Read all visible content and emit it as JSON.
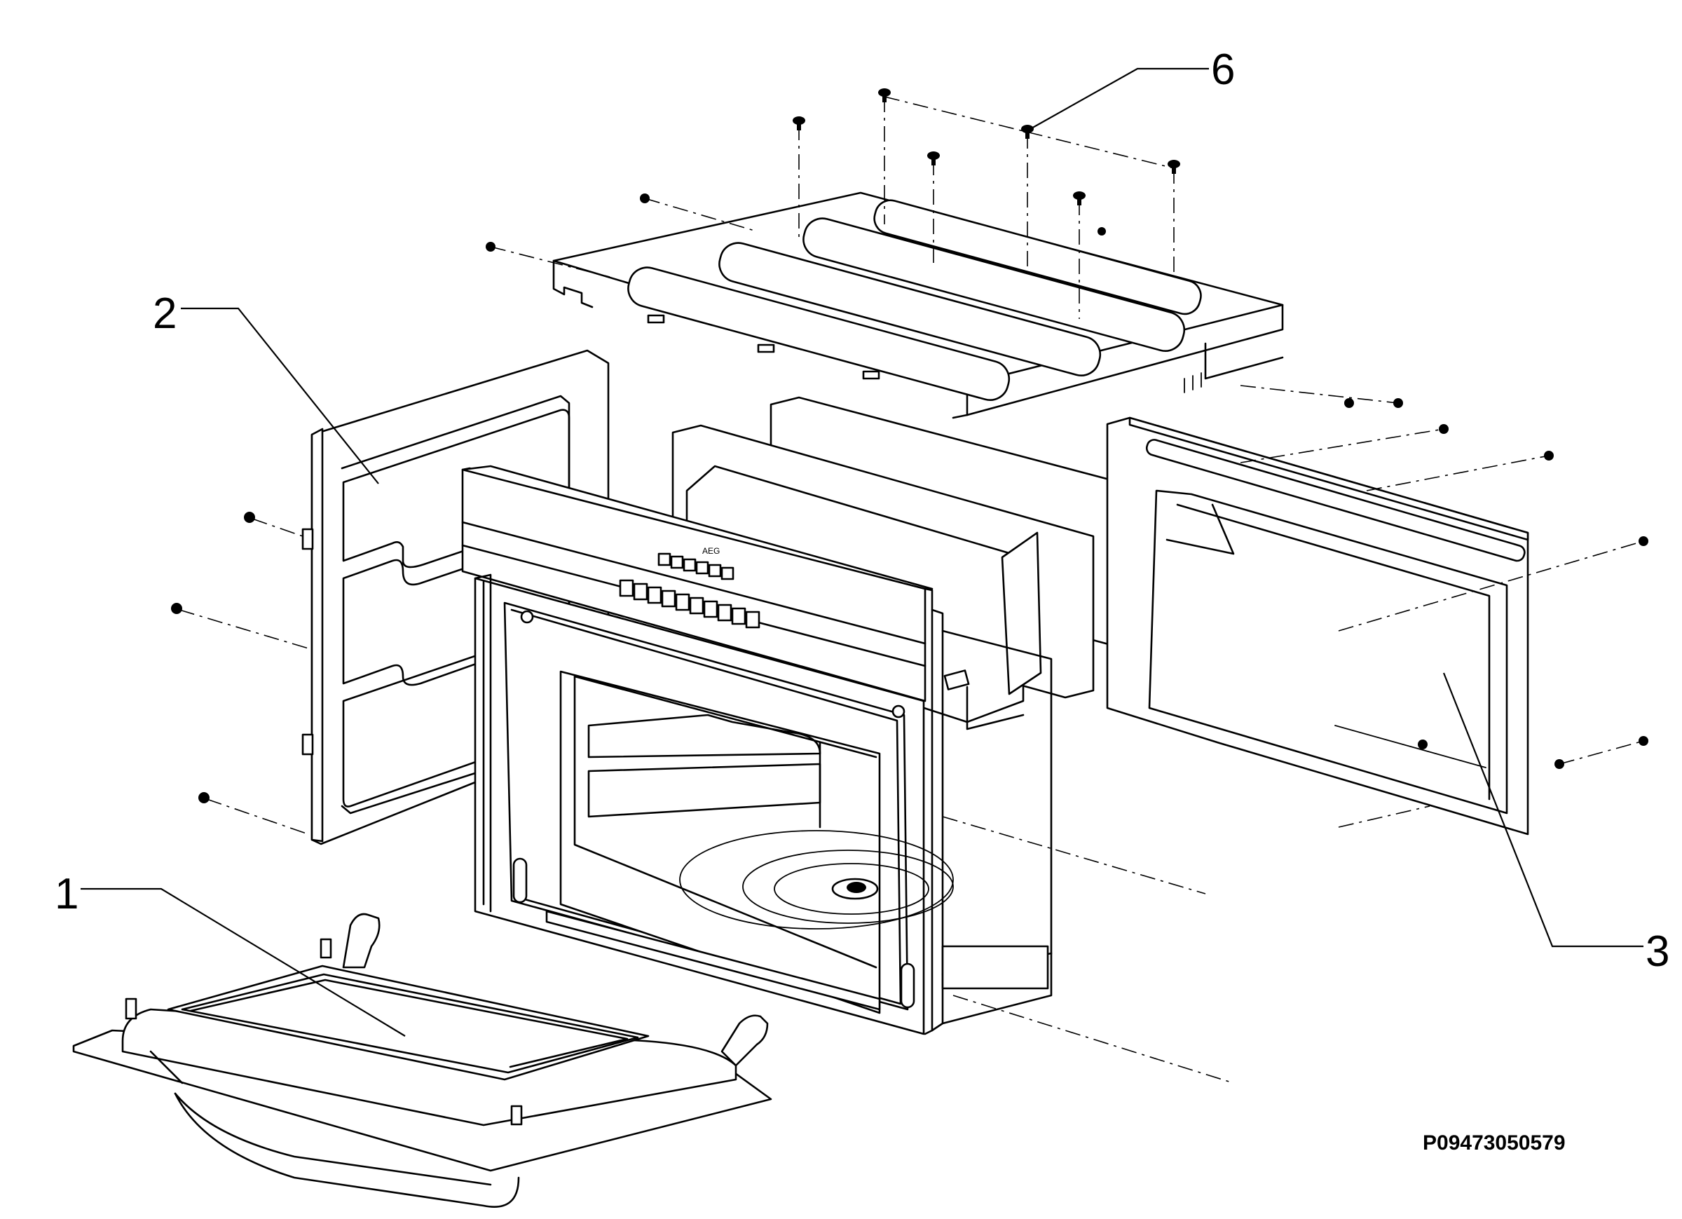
{
  "callouts": [
    {
      "id": "part-1",
      "label": "1"
    },
    {
      "id": "part-2",
      "label": "2"
    },
    {
      "id": "part-3",
      "label": "3"
    },
    {
      "id": "part-6",
      "label": "6"
    }
  ],
  "drawing_code": "P09473050579",
  "control_panel": {
    "brand": "AEG"
  }
}
